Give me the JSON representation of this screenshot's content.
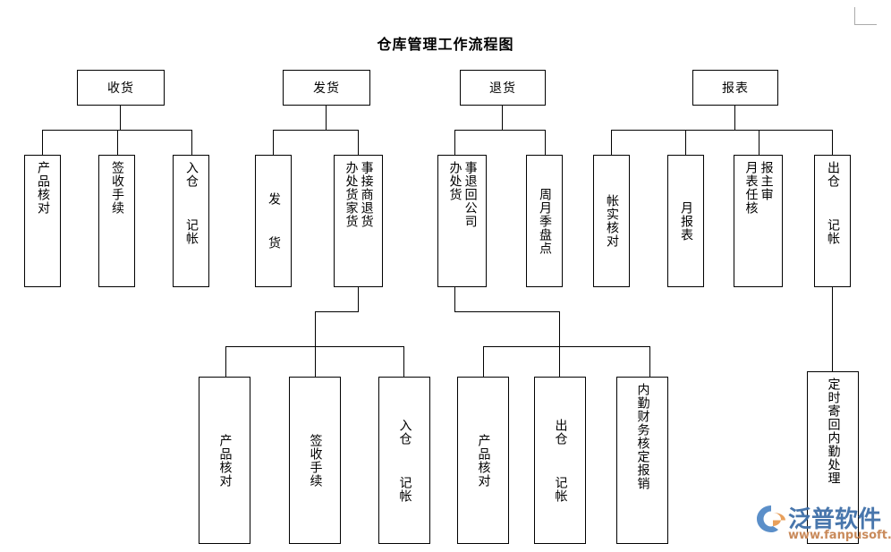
{
  "title": "仓库管理工作流程图",
  "nodes": {
    "n_receive": {
      "label": "收货"
    },
    "n_ship": {
      "label": "发货"
    },
    "n_return": {
      "label": "退货"
    },
    "n_report": {
      "label": "报表"
    },
    "r_check": {
      "col_right": "产品核对"
    },
    "r_sign": {
      "col_right": "签收手续"
    },
    "r_instore": {
      "col_right": "入仓  记帐"
    },
    "s_ship": {
      "col_right": "发  货"
    },
    "s_vendor": {
      "col_right": "事接商退货",
      "col_left": "办处货家货"
    },
    "t_company": {
      "col_right": "事退回公司",
      "col_left": "办处货"
    },
    "t_stock": {
      "col_right": "周月季盘点"
    },
    "p_verify": {
      "col_right": "帐实核对"
    },
    "p_monthly": {
      "col_right": "月报表"
    },
    "p_approve": {
      "col_right": "报主审",
      "col_left": "月表任核"
    },
    "p_outstore": {
      "col_right": "出仓  记帐"
    },
    "b_check": {
      "col_right": "产品核对"
    },
    "b_sign": {
      "col_right": "签收手续"
    },
    "b_instore": {
      "col_right": "入仓  记帐"
    },
    "b_check2": {
      "col_right": "产品核对"
    },
    "b_outstore": {
      "col_right": "出仓  记帐"
    },
    "b_finance": {
      "col_right": "内勤财务核定报销"
    },
    "b_mailback": {
      "col_right": "定时寄回内勤处理"
    }
  },
  "watermark": {
    "brand": "泛普软件",
    "url": "www.fanpusoft.com",
    "brand_color": "#3f6fa8",
    "url_color": "#c98a5a"
  },
  "chart_data": {
    "type": "diagram",
    "diagram_type": "tree-flowchart",
    "title": "仓库管理工作流程图",
    "orientation": "top-down",
    "line_color": "#000000",
    "box_fill": "#ffffff",
    "box_stroke": "#000000",
    "branches": [
      {
        "root": "收货",
        "children": [
          "产品核对",
          "签收手续",
          "入仓  记帐"
        ]
      },
      {
        "root": "发货",
        "children": [
          "发  货",
          "接商家退货事 / 处理办货"
        ],
        "subtrees": [
          {
            "parent": "接商家退货事 / 处理办货",
            "children": [
              "产品核对",
              "签收手续",
              "入仓  记帐"
            ]
          }
        ]
      },
      {
        "root": "退货",
        "children": [
          "退回公司事 / 处理办货",
          "周月季盘点"
        ],
        "subtrees": [
          {
            "parent": "退回公司事 / 处理办货",
            "children": [
              "产品核对",
              "出仓  记帐",
              "内勤财务核定报销"
            ]
          }
        ]
      },
      {
        "root": "报表",
        "children": [
          "帐实核对",
          "月报表",
          "月报表主任审核",
          "出仓  记帐"
        ],
        "subtrees": [
          {
            "parent": "出仓  记帐",
            "children": [
              "定时寄回内勤处理"
            ]
          }
        ]
      }
    ]
  }
}
